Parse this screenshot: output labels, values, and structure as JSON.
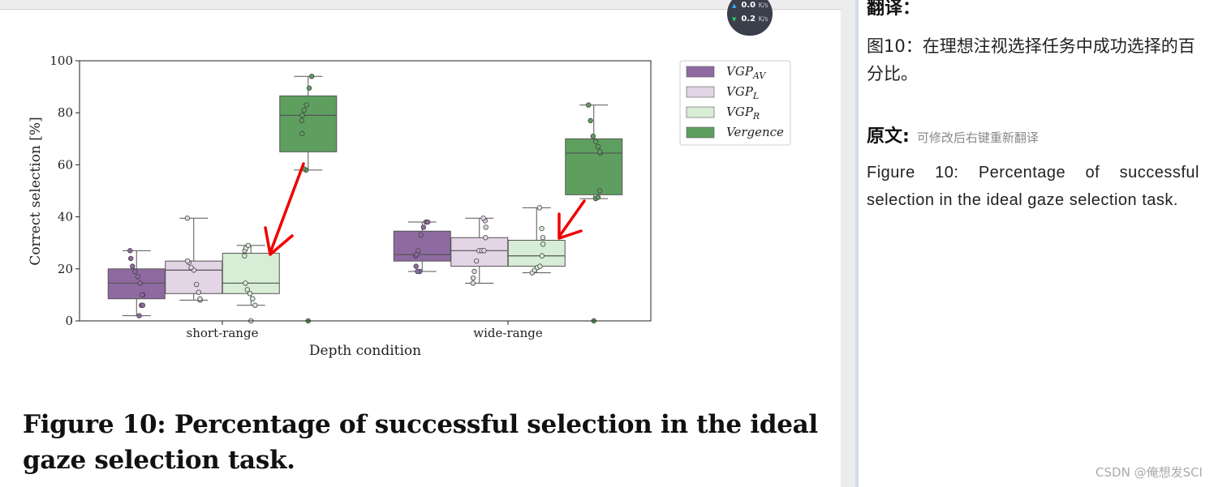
{
  "network_widget": {
    "upload_value": "0.0",
    "upload_unit": "K/s",
    "download_value": "0.2",
    "download_unit": "K/s"
  },
  "caption": "Figure 10: Percentage of successful selection in the ideal gaze selection task.",
  "translation_panel": {
    "translation_heading": "翻译：",
    "translation_text": "图10：在理想注视选择任务中成功选择的百分比。",
    "original_heading": "原文:",
    "original_hint": "可修改后右键重新翻译",
    "original_text": "Figure 10: Percentage of successful selection in the ideal gaze selection task."
  },
  "watermark": "CSDN @俺想发SCI",
  "colors": {
    "vgp_av": "#8f6aa1",
    "vgp_l": "#e3d4e6",
    "vgp_r": "#d7edd5",
    "vergence": "#5e9f5f",
    "annotation_arrow": "#f00000"
  },
  "chart_data": {
    "type": "box",
    "xlabel": "Depth condition",
    "ylabel": "Correct selection [%]",
    "ylim": [
      0,
      100
    ],
    "yticks": [
      0,
      20,
      40,
      60,
      80,
      100
    ],
    "categories": [
      "short-range",
      "wide-range"
    ],
    "legend_position": "top-right outside",
    "grid": false,
    "series": [
      {
        "name": "VGP",
        "subscript": "AV",
        "color": "#8f6aa1",
        "boxes": [
          {
            "min": 2,
            "q1": 8.5,
            "median": 14.5,
            "q3": 20,
            "max": 27,
            "points": [
              2,
              6,
              6,
              10,
              10,
              14.5,
              17,
              19,
              21,
              24,
              27
            ],
            "outliers": []
          },
          {
            "min": 19,
            "q1": 23,
            "median": 25.5,
            "q3": 34.5,
            "max": 38,
            "points": [
              19,
              19,
              21,
              25,
              25.5,
              27,
              33,
              36,
              38,
              38
            ],
            "outliers": []
          }
        ]
      },
      {
        "name": "VGP",
        "subscript": "L",
        "color": "#e3d4e6",
        "boxes": [
          {
            "min": 8,
            "q1": 10.5,
            "median": 19.5,
            "q3": 23,
            "max": 39.5,
            "points": [
              8,
              8.5,
              11,
              14,
              19.5,
              20.5,
              22.5,
              23,
              39.5
            ],
            "outliers": []
          },
          {
            "min": 14.5,
            "q1": 21,
            "median": 27,
            "q3": 32,
            "max": 39.5,
            "points": [
              14.5,
              16.5,
              19,
              23,
              27,
              27,
              27,
              32,
              36,
              38.5,
              39.5
            ],
            "outliers": []
          }
        ]
      },
      {
        "name": "VGP",
        "subscript": "R",
        "color": "#d7edd5",
        "boxes": [
          {
            "min": 6,
            "q1": 10.5,
            "median": 14.5,
            "q3": 26,
            "max": 29,
            "points": [
              6,
              8.5,
              10.5,
              12,
              14.5,
              25,
              27,
              28,
              29
            ],
            "outliers": [
              0
            ]
          },
          {
            "min": 18.5,
            "q1": 21,
            "median": 25,
            "q3": 31,
            "max": 43.5,
            "points": [
              18.5,
              19.5,
              20.5,
              21,
              25,
              29.5,
              32,
              35.5,
              43.5
            ],
            "outliers": []
          }
        ]
      },
      {
        "name": "Vergence",
        "subscript": "",
        "color": "#5e9f5f",
        "boxes": [
          {
            "min": 58,
            "q1": 65,
            "median": 79,
            "q3": 86.5,
            "max": 94,
            "points": [
              58,
              58.5,
              72,
              77,
              79,
              81,
              83,
              89.5,
              94
            ],
            "outliers": [
              0
            ]
          },
          {
            "min": 47,
            "q1": 48.5,
            "median": 64.5,
            "q3": 70,
            "max": 83,
            "points": [
              47,
              47.5,
              50,
              64.5,
              65,
              67,
              69,
              71,
              77,
              83
            ],
            "outliers": [
              0
            ]
          }
        ]
      }
    ]
  }
}
